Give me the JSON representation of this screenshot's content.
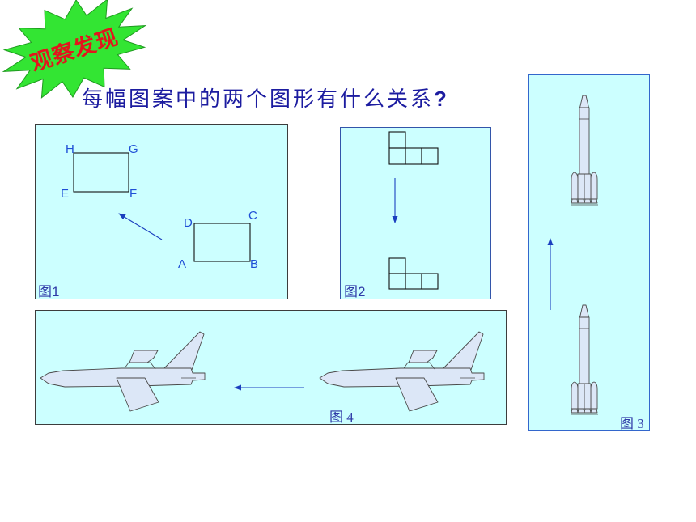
{
  "badge": {
    "text": "观察发现",
    "fill": "#33e533",
    "text_color": "#e3161c"
  },
  "title": {
    "text": "每幅图案中的两个图形有什么关系",
    "mark": "?"
  },
  "colors": {
    "panel_bg": "#ccffff",
    "arrow": "#1b3fbf",
    "title": "#1c1ca0",
    "label": "#1f4fd6",
    "caption": "#2f3aa8",
    "shape_fill": "#dce7f7"
  },
  "figures": [
    {
      "caption": "图1",
      "arrow_icon": "arrow-up-left-icon",
      "vertices": {
        "h": "H",
        "g": "G",
        "e": "E",
        "f": "F",
        "d": "D",
        "c": "C",
        "a": "A",
        "b": "B"
      }
    },
    {
      "caption": "图2",
      "arrow_icon": "arrow-down-icon"
    },
    {
      "caption": "图 3",
      "arrow_icon": "arrow-up-icon",
      "icon": "rocket-icon"
    },
    {
      "caption": "图 4",
      "arrow_icon": "arrow-left-icon",
      "icon": "airplane-icon"
    }
  ]
}
